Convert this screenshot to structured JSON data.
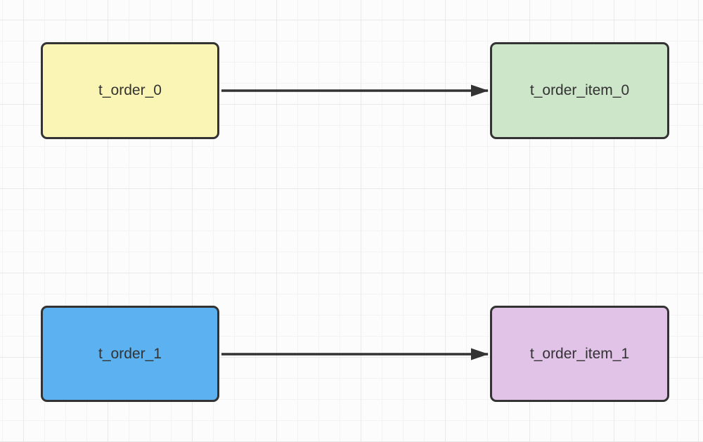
{
  "diagram": {
    "type": "flow-diagram",
    "nodes": [
      {
        "id": "t_order_0",
        "label": "t_order_0",
        "fill": "#FBF5B5"
      },
      {
        "id": "t_order_item_0",
        "label": "t_order_item_0",
        "fill": "#CDE5C9"
      },
      {
        "id": "t_order_1",
        "label": "t_order_1",
        "fill": "#5CB1F0"
      },
      {
        "id": "t_order_item_1",
        "label": "t_order_item_1",
        "fill": "#E0C3E7"
      }
    ],
    "edges": [
      {
        "from": "t_order_0",
        "to": "t_order_item_0",
        "style": "solid-arrow"
      },
      {
        "from": "t_order_1",
        "to": "t_order_item_1",
        "style": "solid-arrow"
      }
    ],
    "colors": {
      "node_border": "#333333",
      "edge": "#333333",
      "text": "#333333",
      "canvas_bg": "#FCFCFC",
      "grid_minor": "#F3F3F3",
      "grid_major": "#E9E9E9"
    }
  }
}
